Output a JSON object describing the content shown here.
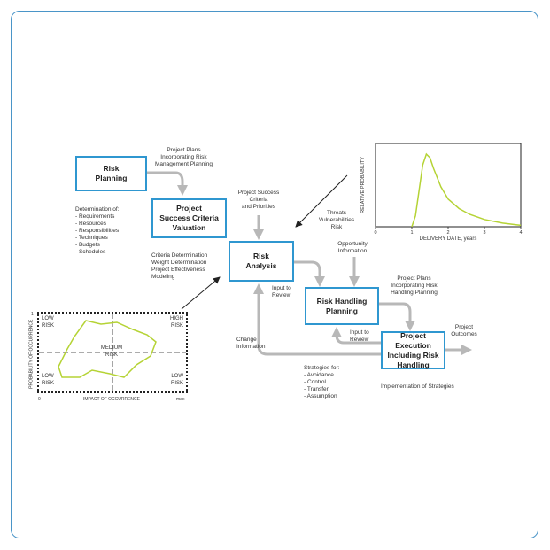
{
  "colors": {
    "border": "#2f97d0",
    "frame": "#4a95c8",
    "arrow": "#b8b8b8",
    "curve": "#b5d335"
  },
  "boxes": {
    "risk_planning": "Risk\nPlanning",
    "success_criteria": "Project\nSuccess Criteria\nValuation",
    "risk_analysis": "Risk\nAnalysis",
    "risk_handling": "Risk Handling\nPlanning",
    "project_execution": "Project Execution\nIncluding Risk\nHandling"
  },
  "labels": {
    "project_plans_1": "Project Plans\nIncorporating Risk\nManagement Planning",
    "determination": "Determination of:\n- Requirements\n- Resources\n- Responsibilities\n- Techniques\n- Budgets\n- Schedules",
    "success_criteria_in": "Project Success\nCriteria\nand Priorities",
    "criteria_determination": "Criteria Determination\nWeight Determination\nProject Effectiveness\nModeling",
    "threats": "Threats\nVulnerabilities\nRisk",
    "opportunity": "Opportunity\nInformation",
    "project_plans_2": "Project Plans\nIncorporating Risk\nHandling Planning",
    "input_review_1": "Input to\nReview",
    "input_review_2": "Input to\nReview",
    "change_info": "Change\nInformation",
    "project_outcomes": "Project\nOutcomes",
    "strategies": "Strategies for:\n- Avoidance\n- Control\n- Transfer\n- Assumption",
    "implementation": "Implementation of Strategies"
  },
  "matrix": {
    "low_risk_tl": "LOW\nRISK",
    "high_risk": "HIGH\nRISK",
    "medium_risk": "MEDIUM\nRISK",
    "low_risk_bl": "LOW\nRISK",
    "low_risk_br": "LOW\nRISK",
    "y_label": "PROBABILITY OF OCCURRENCE",
    "x_label": "IMPACT OF OCCURRENCE",
    "origin": "0",
    "x_max": "max",
    "y_max": "1"
  },
  "chart_data": {
    "type": "line",
    "title": "",
    "xlabel": "DELIVERY DATE, years",
    "ylabel": "RELATIVE PROBABILITY",
    "xlim": [
      0,
      4
    ],
    "x_ticks": [
      "0",
      "1",
      "2",
      "3",
      "4"
    ],
    "series": [
      {
        "x": [
          1.0,
          1.1,
          1.2,
          1.3,
          1.4,
          1.5,
          1.6,
          1.8,
          2.0,
          2.3,
          2.6,
          3.0,
          3.5,
          4.0
        ],
        "y": [
          0.0,
          0.15,
          0.5,
          0.85,
          1.0,
          0.95,
          0.8,
          0.55,
          0.38,
          0.25,
          0.17,
          0.1,
          0.05,
          0.02
        ]
      }
    ]
  }
}
